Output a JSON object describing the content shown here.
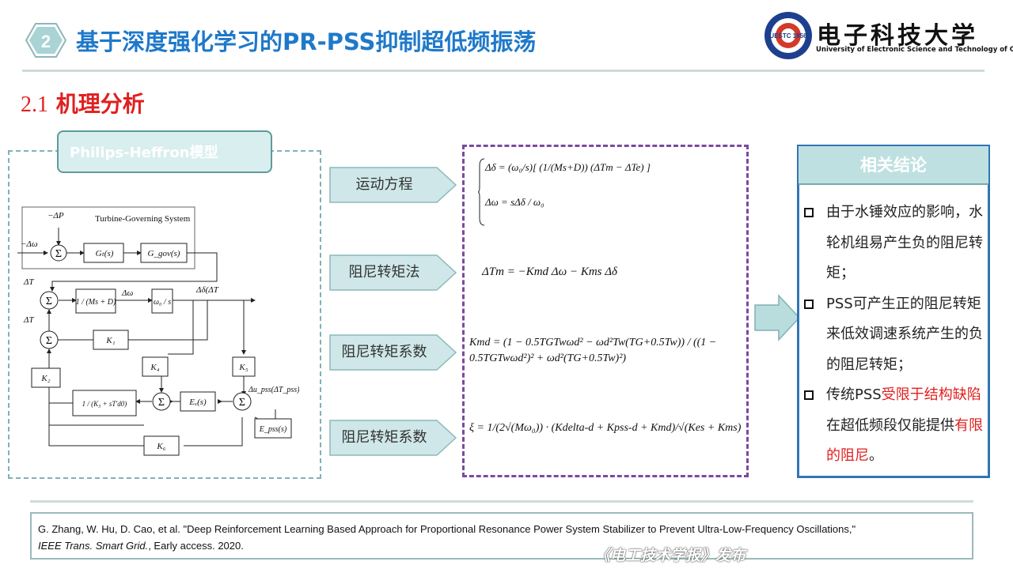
{
  "header": {
    "section_number": "2",
    "title": "基于深度强化学习的PR-PSS抑制超低频振荡",
    "logo": {
      "seal_text": "UESTC 1956",
      "name_cn": "电子科技大学",
      "name_en": "University of Electronic Science and Technology of China"
    }
  },
  "subsection": {
    "number": "2.1",
    "title": "机理分析"
  },
  "model_panel": {
    "tab_label": "Philips-Heffron模型",
    "diagram": {
      "subsystem_label": "Turbine-Governing System",
      "in_pe": "−ΔP",
      "in_omega": "−Δω",
      "sum": "Σ",
      "gt": "Gₜ(s)",
      "ggov": "G_gov(s)",
      "tm": "ΔT",
      "te": "ΔT",
      "swing": "1 / (Ms + D)",
      "domega": "Δω",
      "integrator": "ω₀ / s",
      "ddelta": "Δδ(ΔT",
      "k1": "K₁",
      "k2": "K₂",
      "k4": "K₄",
      "k5": "K₅",
      "k6": "K₆",
      "field": "1 / (K₃ + sT'd0)",
      "exciter": "Eₓ(s)",
      "pss": "E_pss(s)",
      "upss": "Δu_pss(ΔT_pss)"
    }
  },
  "steps": [
    {
      "label": "运动方程"
    },
    {
      "label": "阻尼转矩法"
    },
    {
      "label": "阻尼转矩系数"
    },
    {
      "label": "阻尼转矩系数"
    }
  ],
  "equations": {
    "motion_1": "Δδ = (ω₀/s)[ (1/(Ms+D)) (ΔTm − ΔTe) ]",
    "motion_2": "Δω = sΔδ / ω₀",
    "torque": "ΔTm = −Kmd Δω − Kms Δδ",
    "kmd": "Kmd = (1 − 0.5TGTwωd² − ωd²Tw(TG+0.5Tw)) / ((1 − 0.5TGTwωd²)² + ωd²(TG+0.5Tw)²)",
    "xi": "ξ = 1/(2√(Mω₀)) · (Kdelta-d + Kpss-d + Kmd)/√(Kes + Kms)"
  },
  "conclusions": {
    "heading": "相关结论",
    "items": [
      {
        "a": "由于水锤效应的影响，水轮机组易产生负的阻尼转矩；",
        "b": "",
        "c": "",
        "d": "",
        "e": ""
      },
      {
        "a": "PSS可产生正的阻尼转矩来低效调速系统产生的负的阻尼转矩；",
        "b": "",
        "c": "",
        "d": "",
        "e": ""
      },
      {
        "a": "传统PSS",
        "b": "受限于结构缺陷",
        "c": "在超低频段仅能提供",
        "d": "有限的阻尼",
        "e": "。"
      }
    ]
  },
  "reference": {
    "line1": "G. Zhang, W. Hu, D. Cao, et al. \"Deep Reinforcement Learning Based Approach for Proportional Resonance Power System Stabilizer to Prevent Ultra-Low-Frequency Oscillations,\"",
    "journal": "IEEE Trans. Smart Grid.",
    "rest": ", Early access. 2020."
  },
  "watermark": "《电工技术学报》发布",
  "colors": {
    "title_blue": "#1f79c9",
    "section_red": "#e02020",
    "teal": "#5e9a9c",
    "purple": "#7b4a9e",
    "conclusion_blue": "#2f75b5"
  }
}
